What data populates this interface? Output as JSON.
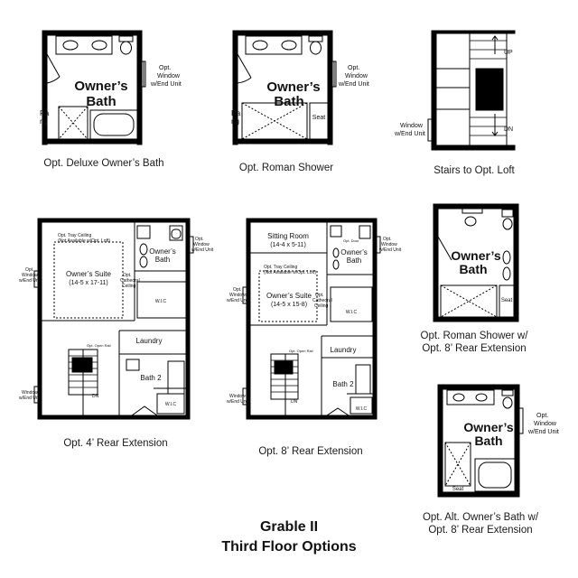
{
  "captions": {
    "deluxe": "Opt. Deluxe Owner’s Bath",
    "roman": "Opt. Roman Shower",
    "stairs": "Stairs to Opt. Loft",
    "ext4": "Opt. 4’ Rear Extension",
    "ext8": "Opt. 8’ Rear Extension",
    "roman8_l1": "Opt. Roman Shower w/",
    "roman8_l2": "Opt. 8’ Rear Extension",
    "alt8_l1": "Opt. Alt. Owner’s Bath w/",
    "alt8_l2": "Opt. 8’ Rear Extension"
  },
  "title": {
    "line1": "Grable II",
    "line2": "Third Floor Options"
  },
  "labels": {
    "owners": "Owner’s",
    "bath": "Bath",
    "opt_window_1": "Opt.",
    "opt_window_2": "Window",
    "opt_window_3": "w/End Unit",
    "seat": "Seat",
    "up": "UP",
    "dn": "DN",
    "window_end_1": "Window",
    "window_end_2": "w/End Unit",
    "owners_suite": "Owner’s Suite",
    "suite_dim_4": "(14-5 x 17-11)",
    "suite_dim_8": "(14-5 x 15-8)",
    "sitting_room": "Sitting Room",
    "sitting_dim": "(14-4 x 5-11)",
    "laundry": "Laundry",
    "bath2": "Bath 2",
    "wic": "W.I.C",
    "tray_1": "Opt. Tray Ceiling",
    "tray_2": "(Not Available w/Opt. Loft)",
    "cathedral_1": "Opt.",
    "cathedral_2": "Cathedral",
    "cathedral_3": "Ceiling",
    "opt_windows_1": "Opt.",
    "opt_windows_2": "Windows",
    "opt_windows_3": "w/End Unit",
    "opt_open_rail": "Opt. Open Rail",
    "opt_door": "Opt. Door",
    "opt": "Opt.",
    "ra": "Ra",
    "ng": "ng"
  }
}
